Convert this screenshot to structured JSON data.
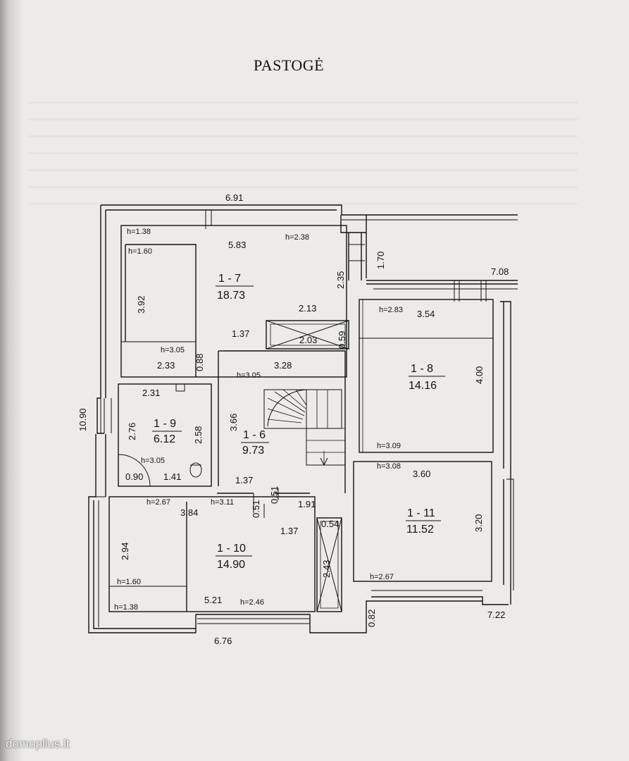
{
  "title": "PASTOGĖ",
  "watermark": "domoplius.lt",
  "colors": {
    "background": "#ecebe8",
    "ink": "#111111"
  },
  "rooms": [
    {
      "id": "room-1-7",
      "number": "1 - 7",
      "area": "18.73"
    },
    {
      "id": "room-1-8",
      "number": "1 - 8",
      "area": "14.16"
    },
    {
      "id": "room-1-9",
      "number": "1 - 9",
      "area": "6.12"
    },
    {
      "id": "room-1-6",
      "number": "1 - 6",
      "area": "9.73"
    },
    {
      "id": "room-1-10",
      "number": "1 - 10",
      "area": "14.90"
    },
    {
      "id": "room-1-11",
      "number": "1 - 11",
      "area": "11.52"
    }
  ],
  "outer_dimensions": {
    "top": "6.91",
    "right_upper": "1.70",
    "right_mid": "7.08",
    "left": "10.90",
    "bottom": "6.76",
    "bottom_right": "0.82",
    "right_bottom": "7.22"
  },
  "labels": {
    "r17_h138": "h=1.38",
    "r17_h160": "h=1.60",
    "r17_w583": "5.83",
    "r17_h238": "h=2.38",
    "r17_d392": "3.92",
    "r17_d235": "2.35",
    "r17_d213": "2.13",
    "r17_d137": "1.37",
    "r17_h305": "h=3.05",
    "r17_d233": "2.33",
    "r17_d088": "0.88",
    "closet_d203": "2.03",
    "closet_d059": "0.59",
    "r18_h283": "h=2.83",
    "r18_d354": "3.54",
    "r18_d400": "4.00",
    "r18_h309": "h=3.09",
    "r19_d231": "2.31",
    "r19_d276": "2.76",
    "r19_d258": "2.58",
    "r19_h305": "h=3.05",
    "r19_d090": "0.90",
    "r19_d141": "1.41",
    "r16_h305": "h=3.05",
    "r16_d328": "3.28",
    "r16_d366": "3.66",
    "r16_d137": "1.37",
    "r16_d051a": "0.51",
    "r16_d051b": "0.51",
    "r16_d191": "1.91",
    "r110_h267": "h=2.67",
    "r110_d384": "3.84",
    "r110_h311": "h=3.11",
    "r110_d294": "2.94",
    "r110_h160": "h=1.60",
    "r110_h138": "h=1.38",
    "r110_d521": "5.21",
    "r110_h246": "h=2.46",
    "r110_d137": "1.37",
    "closet2_d054": "0.54",
    "closet2_d243": "2.43",
    "r111_h308": "h=3.08",
    "r111_d360": "3.60",
    "r111_d320": "3.20",
    "r111_h267": "h=2.67"
  }
}
